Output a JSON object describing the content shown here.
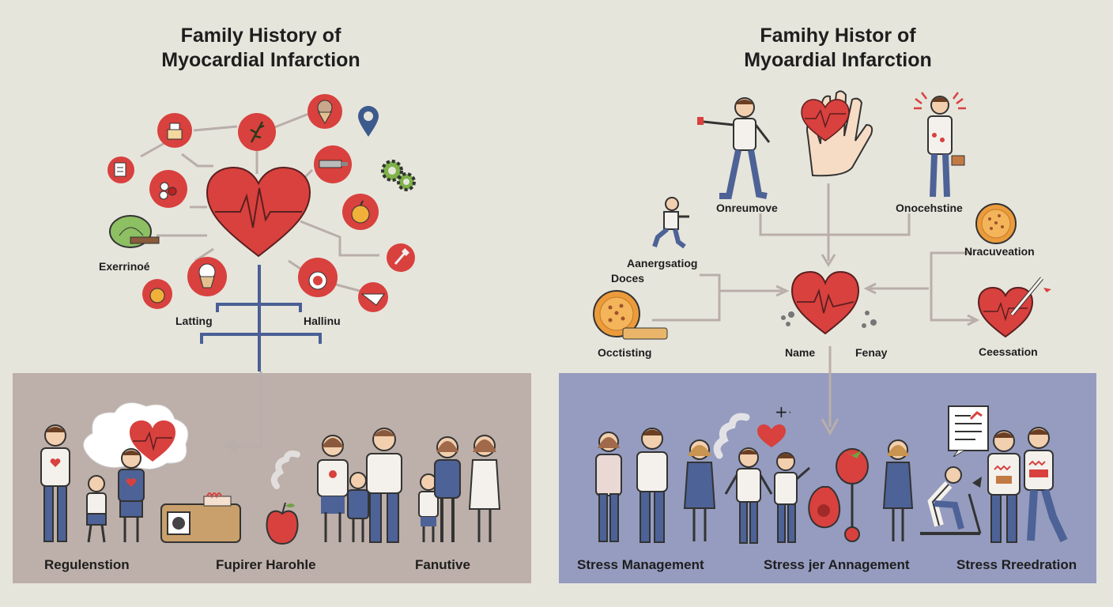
{
  "left": {
    "title_line1": "Family History of",
    "title_line2": "Myocardial Infarction",
    "labels": {
      "exercise": "Exerrinoé",
      "lating": "Latting",
      "hallinu": "Hallinu"
    },
    "captions": [
      "Regulenstion",
      "Fupirer Harohle",
      "Fanutive"
    ]
  },
  "right": {
    "title_line1": "Famihy Histor of",
    "title_line2": "Myoardial Infarction",
    "labels": {
      "onreumove": "Onreumove",
      "onocehstine": "Onocehstine",
      "aanergsatiog": "Aanergsatiog",
      "doces": "Doces",
      "nracuveation": "Nracuveation",
      "occtisting": "Occtisting",
      "name": "Name",
      "fenay": "Fenay",
      "ceessation": "Ceessation"
    },
    "captions": [
      "Stress Management",
      "Stress jer Annagement",
      "Stress Rreedration"
    ]
  },
  "colors": {
    "background": "#e6e5dc",
    "heart_red": "#d8413e",
    "left_panel": "#bdafa9",
    "right_panel": "#959cbf",
    "connector_blue": "#4a5f95",
    "connector_gray": "#b9aeaa"
  },
  "icons": [
    "heart-ecg-icon",
    "hand-icon",
    "person-icon",
    "family-icon",
    "apple-icon",
    "cookie-icon",
    "gear-icon",
    "location-pin-icon",
    "radio-icon",
    "treadmill-icon",
    "document-icon"
  ]
}
